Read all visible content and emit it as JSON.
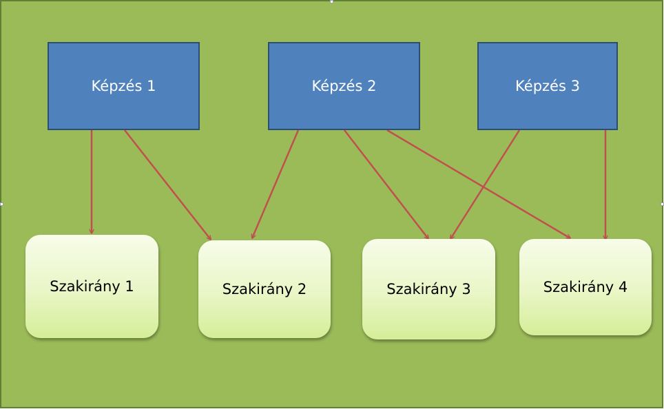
{
  "diagram": {
    "colors": {
      "background": "#9bbb59",
      "frame": "#5f7f33",
      "top_box_fill": "#4f81bd",
      "top_box_border": "#2c4d75",
      "arrow": "#c0504d"
    },
    "top_boxes": [
      {
        "id": "kepzes-1",
        "label": "Képzés 1"
      },
      {
        "id": "kepzes-2",
        "label": "Képzés 2"
      },
      {
        "id": "kepzes-3",
        "label": "Képzés 3"
      }
    ],
    "bottom_boxes": [
      {
        "id": "szakirany-1",
        "label": "Szakirány 1"
      },
      {
        "id": "szakirany-2",
        "label": "Szakirány 2"
      },
      {
        "id": "szakirany-3",
        "label": "Szakirány 3"
      },
      {
        "id": "szakirany-4",
        "label": "Szakirány 4"
      }
    ],
    "connections": [
      {
        "from": "kepzes-1",
        "to": "szakirany-1"
      },
      {
        "from": "kepzes-1",
        "to": "szakirany-2"
      },
      {
        "from": "kepzes-2",
        "to": "szakirany-2"
      },
      {
        "from": "kepzes-2",
        "to": "szakirany-3"
      },
      {
        "from": "kepzes-2",
        "to": "szakirany-4"
      },
      {
        "from": "kepzes-3",
        "to": "szakirany-3"
      },
      {
        "from": "kepzes-3",
        "to": "szakirany-4"
      }
    ]
  }
}
